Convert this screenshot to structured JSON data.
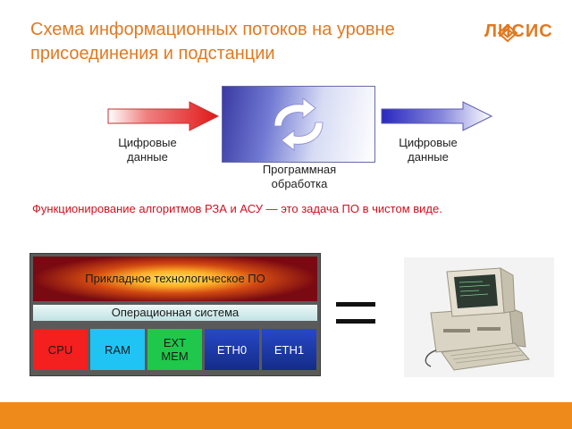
{
  "slide": {
    "title_line1": "Схема информационных потоков на уровне",
    "title_line2": "присоединения и подстанции",
    "logo_text": "ЛИСИС"
  },
  "flow": {
    "input_label_line1": "Цифровые",
    "input_label_line2": "данные",
    "process_label_line1": "Программная",
    "process_label_line2": "обработка",
    "output_label_line1": "Цифровые",
    "output_label_line2": "данные"
  },
  "statement": "Функционирование алгоритмов РЗА и АСУ — это задача ПО в чистом виде.",
  "stack": {
    "app_layer": "Прикладное технологическое ПО",
    "os_layer": "Операционная система",
    "hardware": {
      "cpu": "CPU",
      "ram": "RAM",
      "ext_line1": "EXT",
      "ext_line2": "MEM",
      "eth0": "ETH0",
      "eth1": "ETH1"
    }
  },
  "colors": {
    "accent_orange": "#e07a22",
    "footer_orange": "#ee8a1c",
    "statement_red": "#d01020",
    "input_arrow": "#e82020",
    "output_arrow": "#3030c8"
  }
}
